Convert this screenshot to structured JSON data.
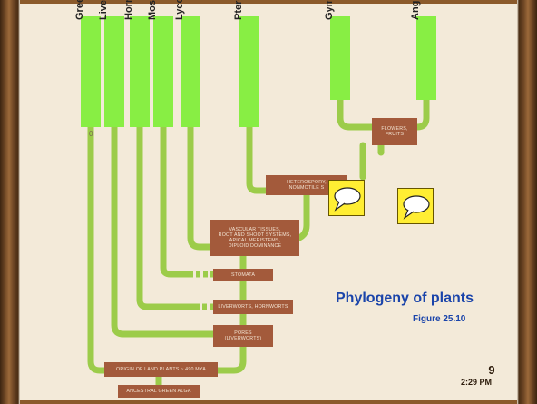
{
  "diagram": {
    "taxa": [
      "Green algae",
      "Liverworts",
      "Hornworts",
      "Mosses",
      "Lycophytes",
      "Pterophytes",
      "Gymnosperms",
      "Angiosperms"
    ],
    "boxes": {
      "ancestral": "ANCESTRAL GREEN ALGA",
      "origin": "ORIGIN OF LAND PLANTS ~ 490 MYA",
      "pores": "PORES\n(LIVERWORTS)",
      "liverworts_hornworts": "LIVERWORTS, HORNWORTS",
      "stomata": "STOMATA",
      "vascular": "VASCULAR TISSUES,\nROOT AND SHOOT SYSTEMS,\nAPICAL MERISTEMS,\nDIPLOID DOMINANCE",
      "heterospory": "HETEROSPORY,\nNONMOTILE S",
      "flowers": "FLOWERS,\nFRUITS"
    },
    "small_mark": "0",
    "colors": {
      "branch": "#9ccc4a",
      "branch_dark": "#7aa82f",
      "box": "#a35a3b",
      "label": "#88ee44",
      "title": "#1a44aa",
      "bubble": "#ffee33"
    }
  },
  "slide": {
    "title": "Phylogeny of plants",
    "figure": "Figure 25.10",
    "page_number": "9",
    "time": "2:29 PM"
  },
  "icons": [
    "speech-bubble-icon",
    "speech-bubble-icon"
  ]
}
